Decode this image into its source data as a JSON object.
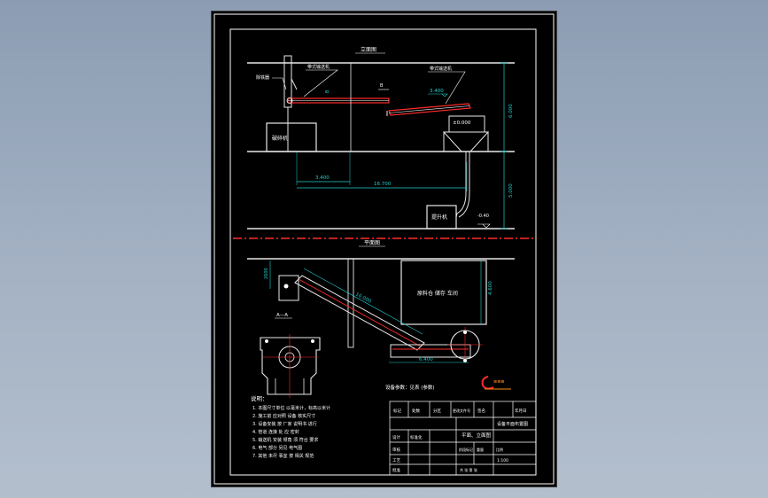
{
  "colors": {
    "background": "#8c9db3",
    "sheet": "#000000",
    "frame": "#ffffff",
    "equipment": "#e8e8e8",
    "dimension": "#20d0d0",
    "accent_red": "#ff2a2a",
    "center_line": "#ff2a2a",
    "leader": "#ffffff"
  },
  "views": {
    "elevation_title": "立面图",
    "plan_title": "平面图",
    "section_mark": "A—A"
  },
  "elevation": {
    "left_label": "除铁器",
    "conveyor_label_1": "带式输送机",
    "conveyor_label_2": "带式输送机",
    "elev_top": "3.400",
    "elev_bin": "±0.000",
    "elev_ground": "-0.40",
    "dim_3400": "3.400",
    "dim_16700": "16.700",
    "dim_right_upper": "6.000",
    "dim_right_lower": "5.000",
    "left_machine": "破碎机",
    "pump_label": "提升机",
    "vert_text": "B"
  },
  "plan": {
    "dim_2600": "2600",
    "dim_10000": "10.000",
    "dim_6400": "6.400",
    "dim_4600": "4.600",
    "building_label": "原料仓 储存 车间",
    "project_note": "设备参数：见表 (参数)"
  },
  "notes": {
    "title": "说明：",
    "lines": [
      "1. 本图尺寸单位 以毫米计，标高以米计",
      "2. 施工前 应对照 设备 核实尺寸",
      "3. 设备安装 按 厂家 说明书 进行",
      "4. 管道 连接 处 应 密封",
      "5. 输送机 安装 倾角 须 符合 要求",
      "6. 电气 部分 另见 电气图",
      "7. 其他 未尽 事宜 按 相关 规范"
    ]
  },
  "title_block": {
    "header": [
      "标记",
      "处数",
      "分区",
      "更改文件号",
      "签名",
      "年月日"
    ],
    "drawing_name": "平面、立面图",
    "project_name": "设备平面布置图",
    "labels": [
      "设计",
      "标准化",
      "审核",
      "工艺",
      "批准"
    ],
    "stage_row": [
      "阶段标记",
      "重量",
      "比例"
    ],
    "sheet_info": "共 张  第 张",
    "scale": "1:100"
  }
}
